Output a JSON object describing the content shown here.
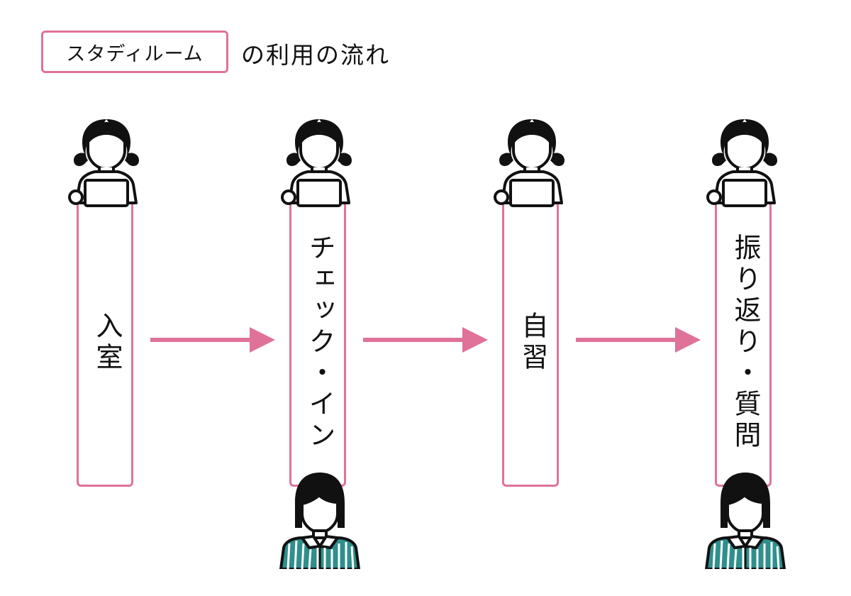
{
  "title": {
    "boxed": "スタディルーム",
    "rest": "の利用の流れ"
  },
  "steps": [
    {
      "label": "入室"
    },
    {
      "label": "チェック・イン"
    },
    {
      "label": "自習"
    },
    {
      "label": "振り返り・質問"
    }
  ],
  "colors": {
    "accent": "#e0729a",
    "staff_stripe": "#2f8f8c"
  },
  "icons": {
    "student": "student-laptop-icon",
    "staff": "staff-person-icon",
    "arrow": "arrow-right-icon"
  }
}
